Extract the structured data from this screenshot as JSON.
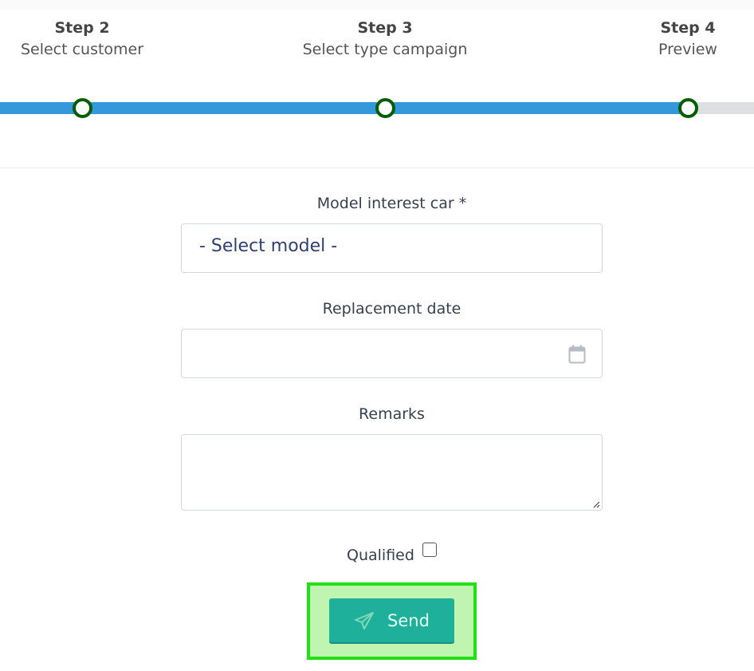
{
  "stepper": {
    "steps": [
      {
        "title": "Step 2",
        "subtitle": "Select customer"
      },
      {
        "title": "Step 3",
        "subtitle": "Select type campaign"
      },
      {
        "title": "Step 4",
        "subtitle": "Preview"
      }
    ],
    "progress_percent": 92,
    "colors": {
      "track_fill": "#3498db",
      "track_empty": "#dddfe1",
      "dot_border": "#005e00"
    }
  },
  "form": {
    "model_label": "Model interest car *",
    "model_value": "- Select model -",
    "date_label": "Replacement date",
    "date_value": "",
    "remarks_label": "Remarks",
    "remarks_value": "",
    "qualified_label": "Qualified",
    "qualified_checked": false
  },
  "actions": {
    "send_label": "Send",
    "send_icon": "paper-plane-icon",
    "colors": {
      "button": "#1eb09a",
      "highlight_border": "#22e016",
      "highlight_fill": "#bff5b0"
    }
  }
}
